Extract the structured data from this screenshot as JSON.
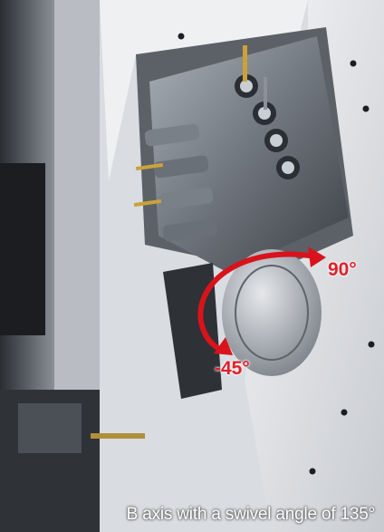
{
  "labels": {
    "angle_max": "90°",
    "angle_min": "-45°",
    "caption": "B axis with a swivel angle of 135°"
  },
  "colors": {
    "arrow": "#d8131c",
    "frame": "#e8e9ec",
    "steel": "#8e949c",
    "dark": "#202327",
    "tool_gold": "#c9a23a"
  }
}
